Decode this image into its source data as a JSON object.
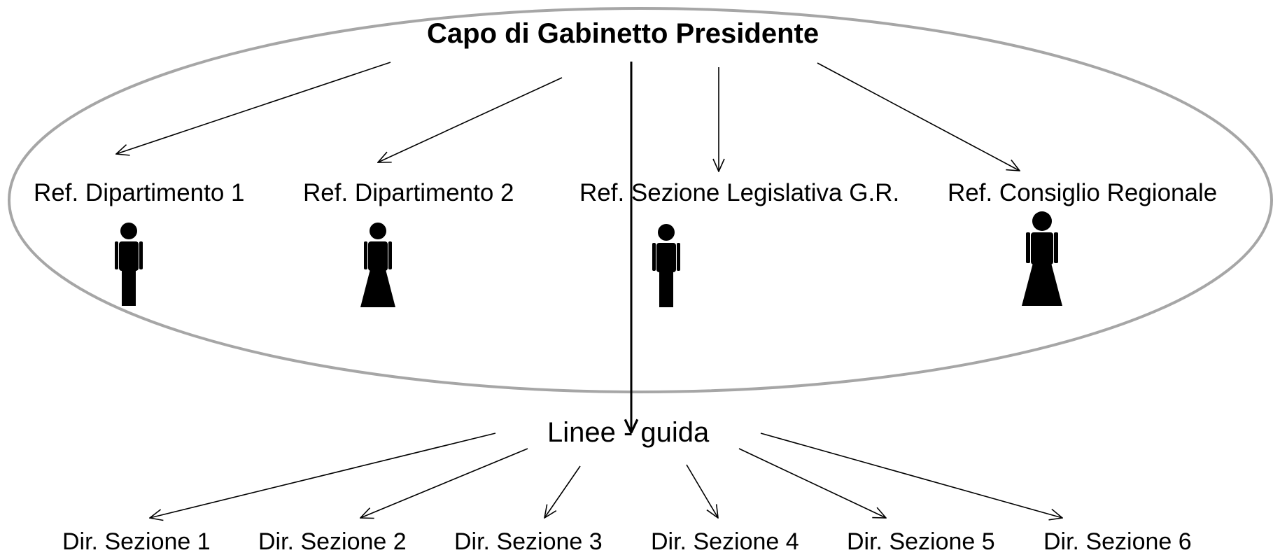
{
  "colors": {
    "ellipse_stroke": "#a6a6a6",
    "arrow": "#000000",
    "figure": "#000000",
    "background": "#ffffff"
  },
  "top": {
    "title": "Capo  di Gabinetto Presidente"
  },
  "referents": [
    {
      "label": "Ref. Dipartimento 1",
      "figure": "man-icon"
    },
    {
      "label": "Ref.  Dipartimento 2",
      "figure": "woman-icon"
    },
    {
      "label": "Ref. Sezione Legislativa G.R.",
      "figure": "man-icon"
    },
    {
      "label": "Ref. Consiglio Regionale",
      "figure": "woman-icon"
    }
  ],
  "guidelines": {
    "label": "Linee - guida"
  },
  "directors": [
    {
      "label": "Dir. Sezione 1"
    },
    {
      "label": "Dir. Sezione 2"
    },
    {
      "label": "Dir. Sezione 3"
    },
    {
      "label": "Dir. Sezione 4"
    },
    {
      "label": "Dir. Sezione 5"
    },
    {
      "label": "Dir. Sezione 6"
    }
  ]
}
